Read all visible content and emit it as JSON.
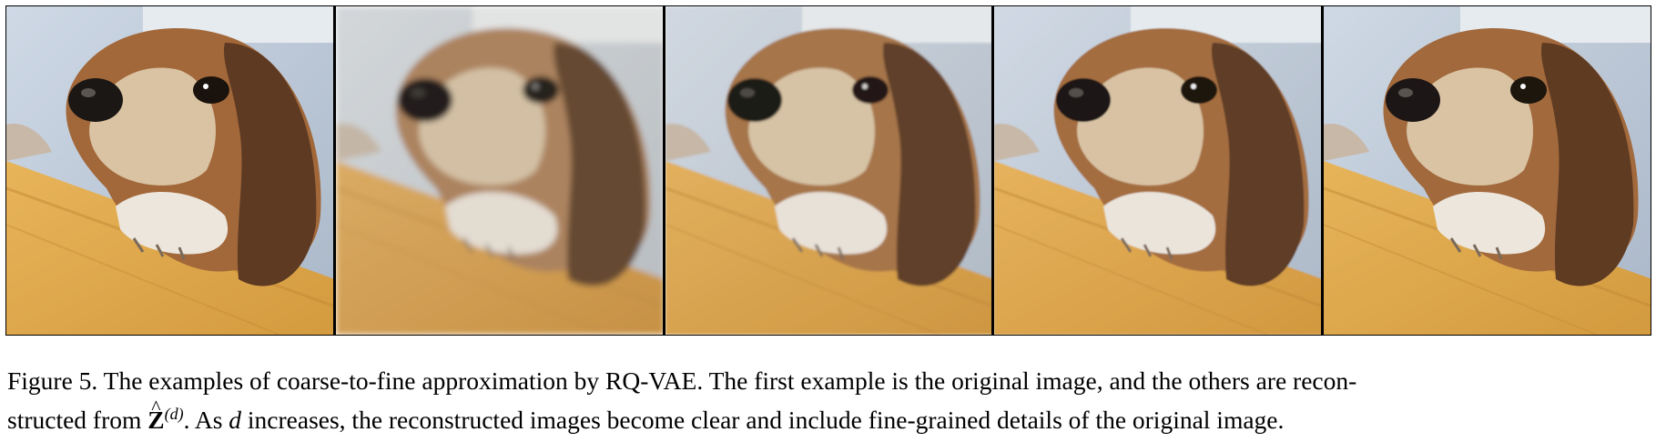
{
  "figure": {
    "panels": [
      {
        "id": "original",
        "description": "original",
        "blur": 0,
        "tint": 1.0
      },
      {
        "id": "recon-d1",
        "description": "reconstruction",
        "blur": 3.2,
        "tint": 0.55
      },
      {
        "id": "recon-d2",
        "description": "reconstruction",
        "blur": 1.4,
        "tint": 0.8
      },
      {
        "id": "recon-d3",
        "description": "reconstruction",
        "blur": 0.7,
        "tint": 0.92
      },
      {
        "id": "recon-d4",
        "description": "reconstruction",
        "blur": 0.3,
        "tint": 0.98
      }
    ],
    "caption": {
      "line1": "Figure 5. The examples of coarse-to-fine approximation by RQ-VAE. The first example is the original image, and the others are recon-",
      "line2_a": "structed from ",
      "z_symbol": "Z",
      "hat_symbol": "^",
      "superscript": "(d)",
      "line2_b": ". As ",
      "d_symbol": "d",
      "line2_c": " increases, the reconstructed images become clear and include fine-grained details of the original image."
    }
  }
}
